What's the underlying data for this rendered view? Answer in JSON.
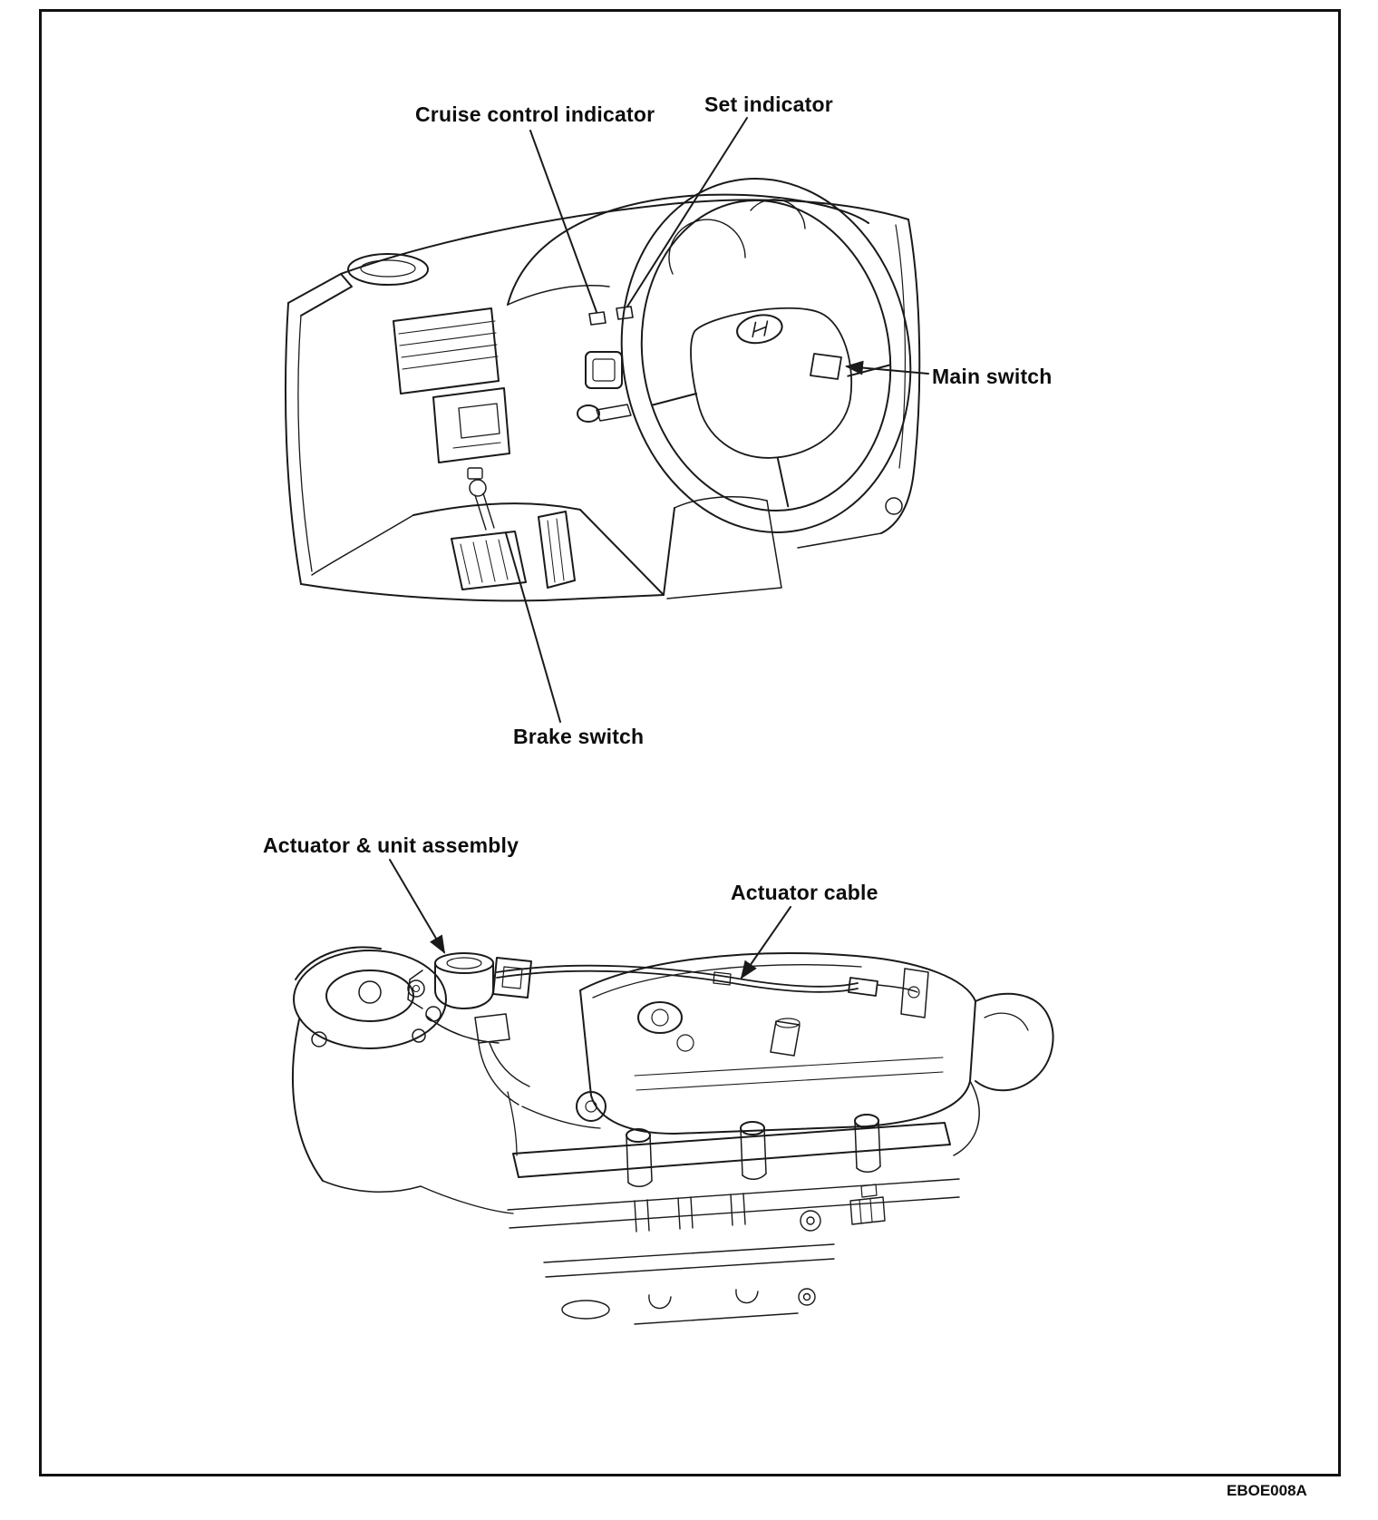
{
  "figure": {
    "code": "EBOE008A"
  },
  "labels": {
    "cruise_control_indicator": "Cruise control indicator",
    "set_indicator": "Set indicator",
    "main_switch": "Main switch",
    "brake_switch": "Brake switch",
    "actuator_unit_assembly": "Actuator & unit assembly",
    "actuator_cable": "Actuator cable"
  },
  "colors": {
    "line": "#1a1a1a",
    "background": "#ffffff"
  }
}
